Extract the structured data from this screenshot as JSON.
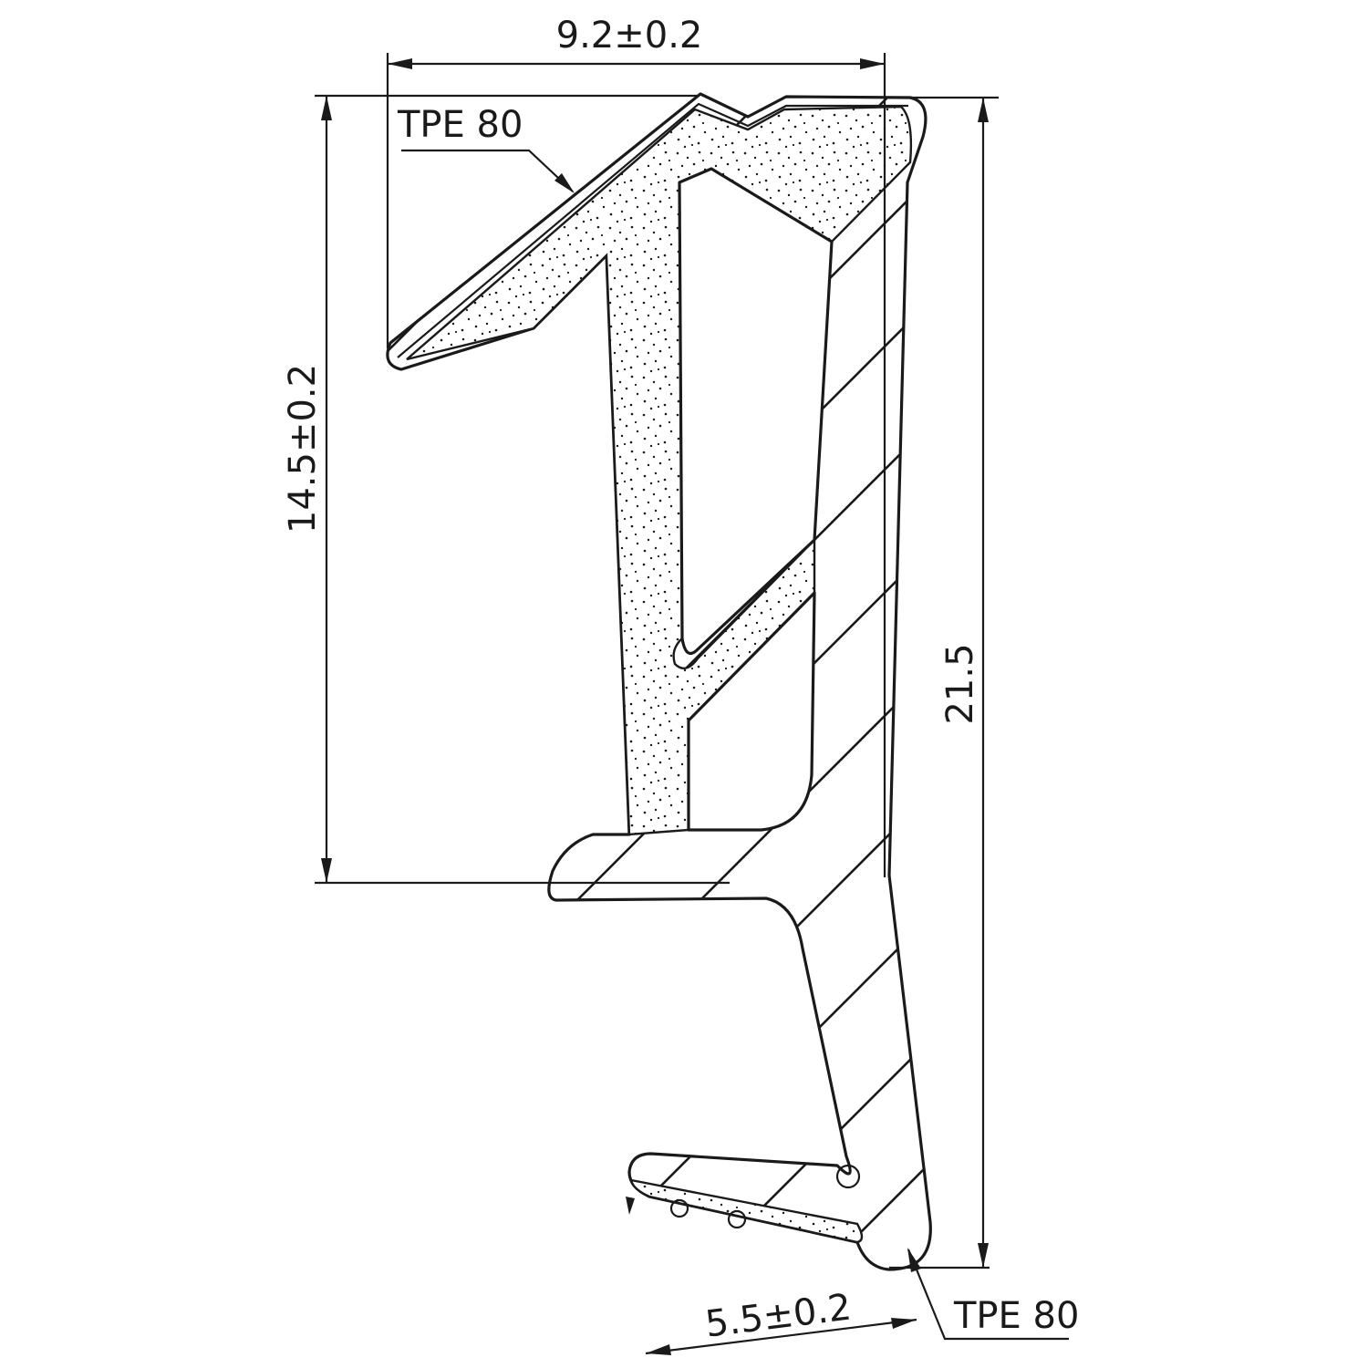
{
  "drawing": {
    "dimensions": {
      "top_width": "9.2±0.2",
      "left_height": "14.5±0.2",
      "total_height": "21.5",
      "foot_width": "5.5±0.2"
    },
    "materials": {
      "top_label": "TPE 80",
      "bottom_label": "TPE 80"
    },
    "colors": {
      "line": "#1a1a1a",
      "background": "#ffffff"
    }
  }
}
